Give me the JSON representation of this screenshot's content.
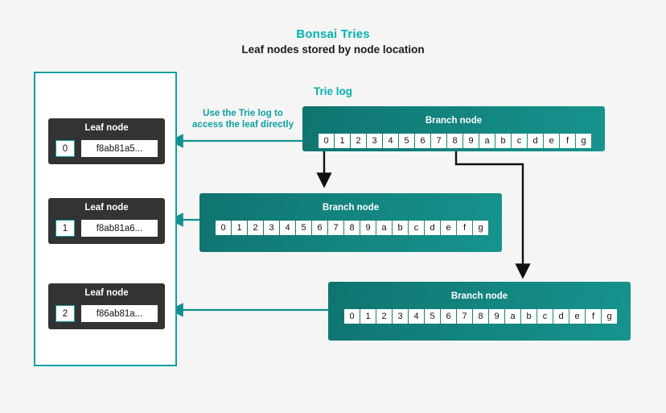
{
  "header": {
    "title": "Bonsai Tries",
    "subtitle": "Leaf nodes stored by node location"
  },
  "colors": {
    "background": "#f5f5f5",
    "accent_teal": "#00b3af",
    "panel_border": "#0d9fa2",
    "branch_fill": "#13837e",
    "leaf_fill": "#333333",
    "arrow_black": "#111111",
    "arrow_teal": "#0d9fa2"
  },
  "trie_log": {
    "title": "Trie log",
    "leaves": [
      {
        "name": "Leaf node",
        "index": "0",
        "value": "f8ab81a5..."
      },
      {
        "name": "Leaf node",
        "index": "1",
        "value": "f8ab81a6..."
      },
      {
        "name": "Leaf node",
        "index": "2",
        "value": "f86ab81a..."
      }
    ]
  },
  "annotation": {
    "line1": "Use the Trie log to",
    "line2": "access the leaf directly"
  },
  "branch_nodes": [
    {
      "title": "Branch node",
      "cells": [
        "0",
        "1",
        "2",
        "3",
        "4",
        "5",
        "6",
        "7",
        "8",
        "9",
        "a",
        "b",
        "c",
        "d",
        "e",
        "f",
        "g"
      ]
    },
    {
      "title": "Branch node",
      "cells": [
        "0",
        "1",
        "2",
        "3",
        "4",
        "5",
        "6",
        "7",
        "8",
        "9",
        "a",
        "b",
        "c",
        "d",
        "e",
        "f",
        "g"
      ]
    },
    {
      "title": "Branch node",
      "cells": [
        "0",
        "1",
        "2",
        "3",
        "4",
        "5",
        "6",
        "7",
        "8",
        "9",
        "a",
        "b",
        "c",
        "d",
        "e",
        "f",
        "g"
      ]
    }
  ]
}
